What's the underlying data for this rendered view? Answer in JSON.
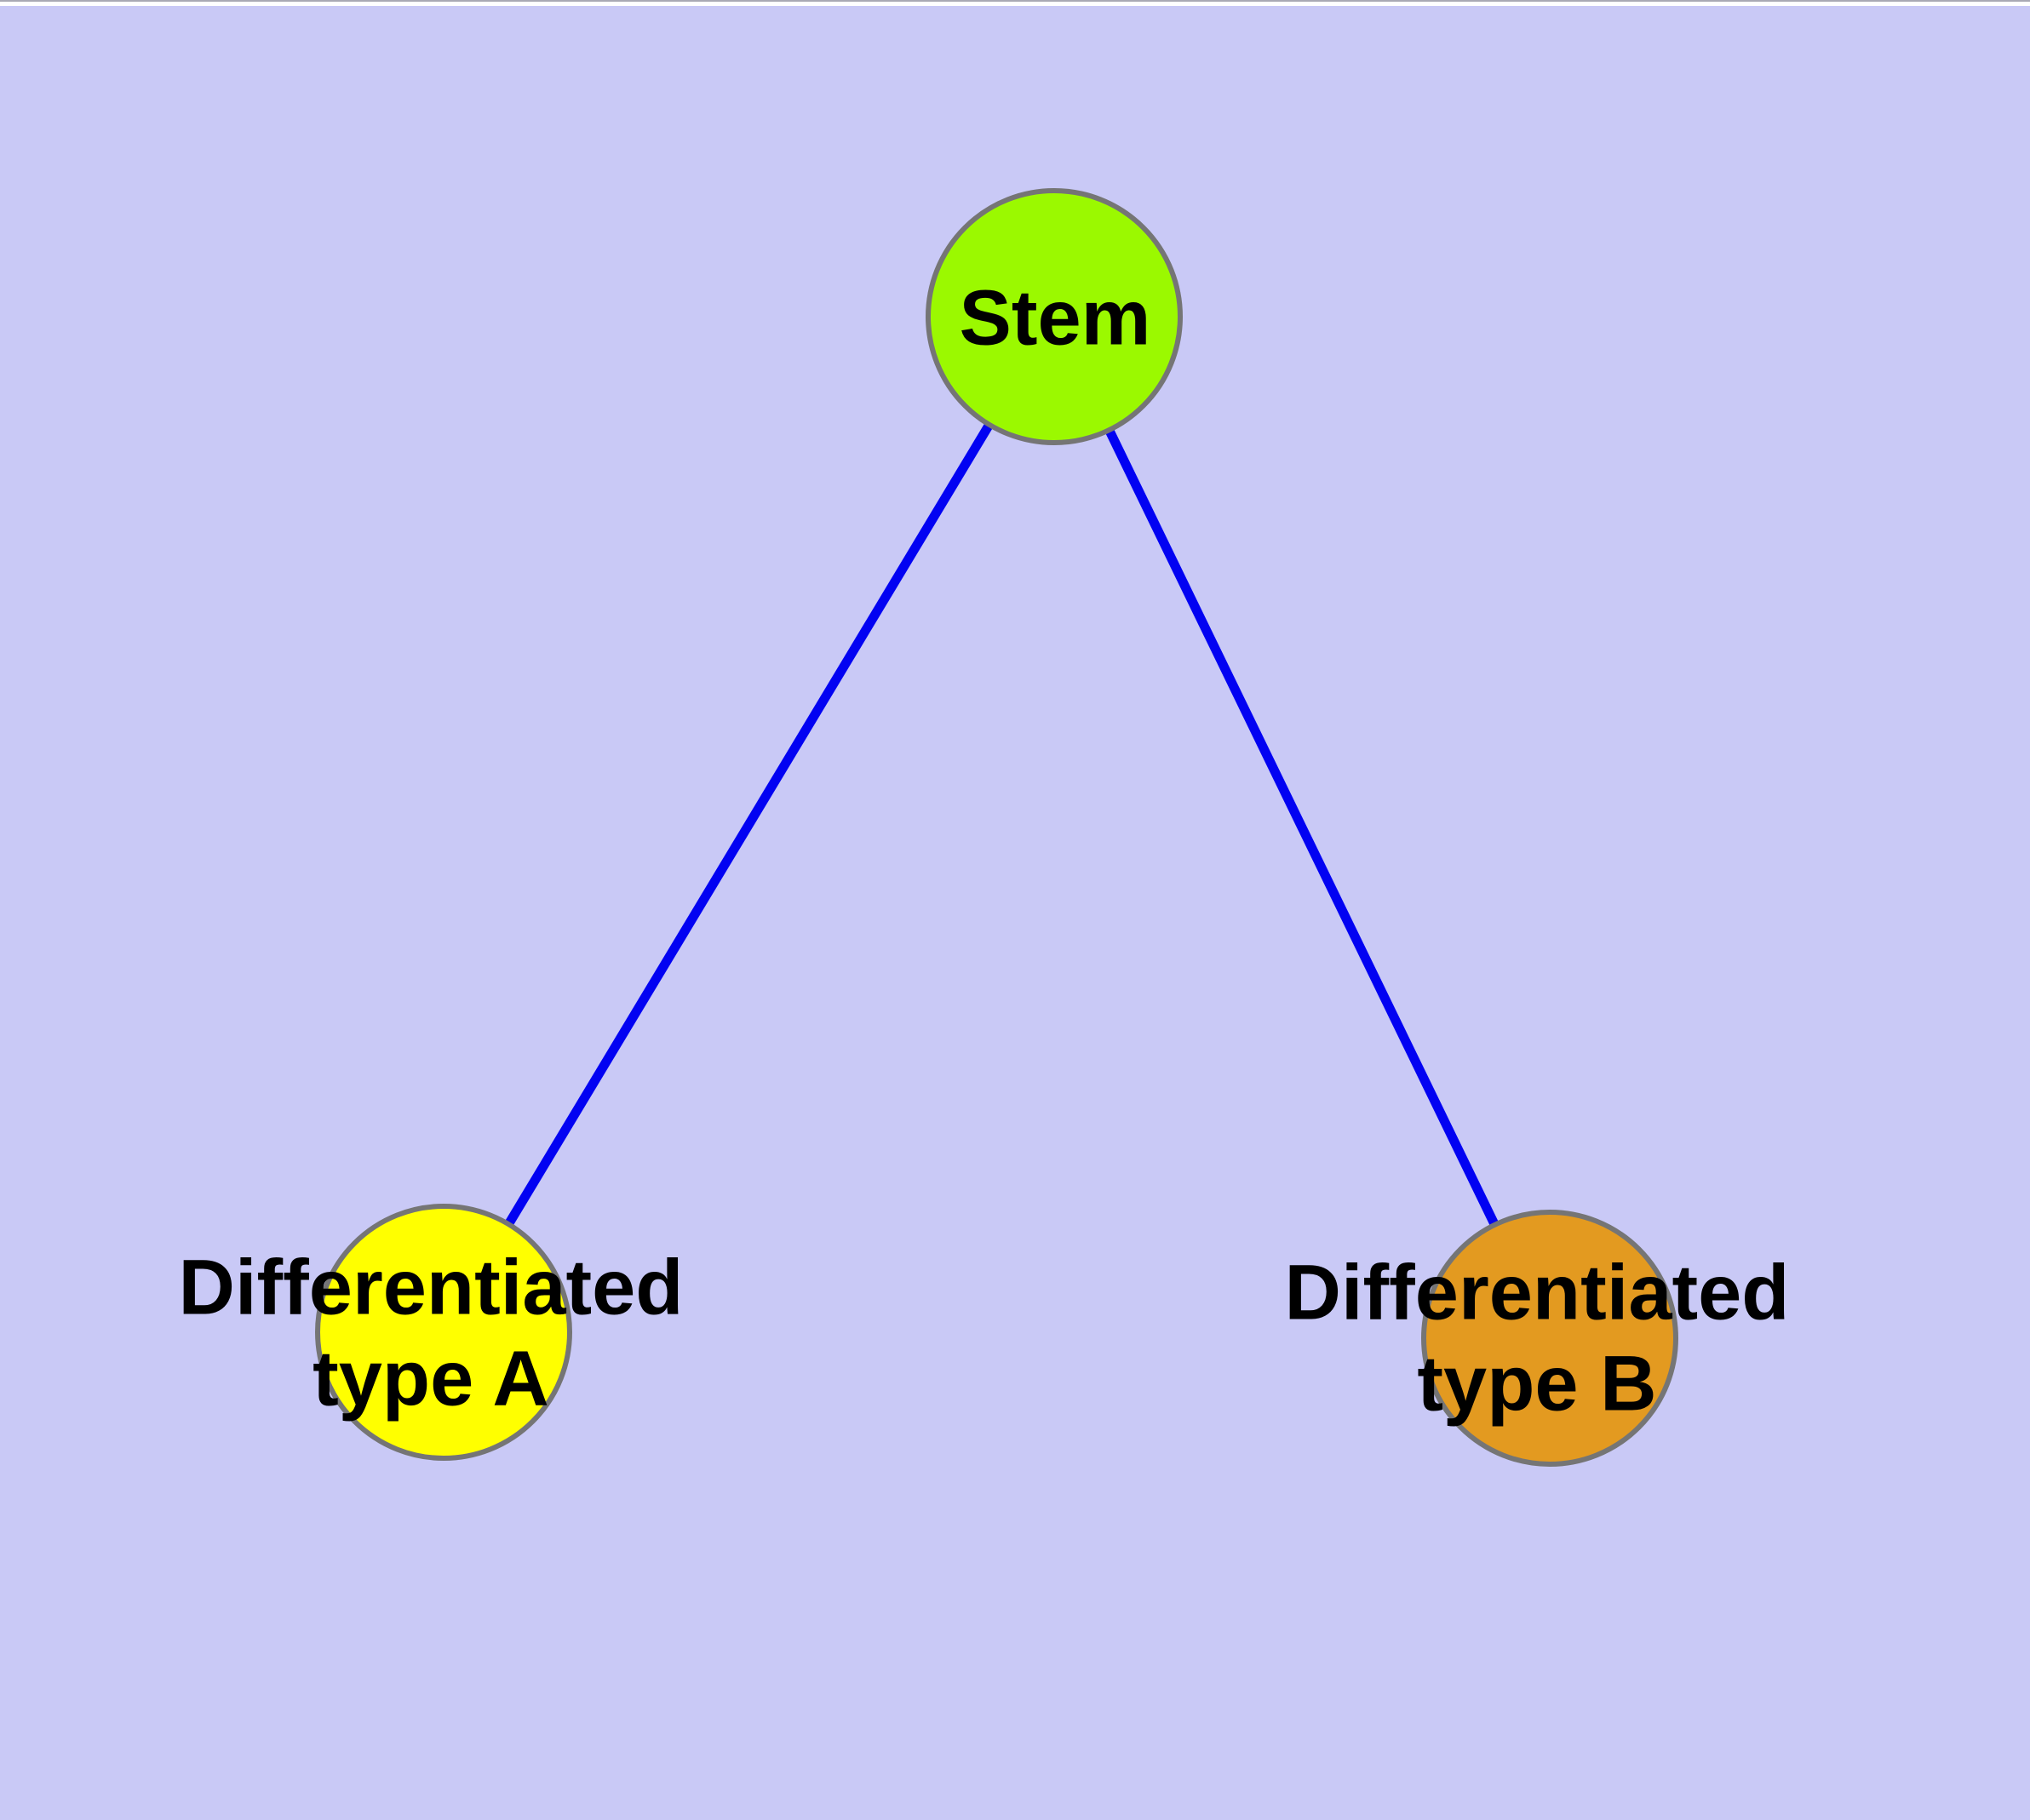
{
  "diagram": {
    "type": "graph",
    "colors": {
      "background": "#C9C9F6",
      "top_strip": "#FFFFFF",
      "edge": "#0202F2",
      "node_border": "#757575",
      "label": "#000000",
      "stem_fill": "#9BF900",
      "type_a_fill": "#FFFF00",
      "type_b_fill": "#E39A20"
    },
    "nodes": [
      {
        "id": "stem",
        "lines": [
          "Stem"
        ]
      },
      {
        "id": "type-a",
        "lines": [
          "Differentiated",
          "type A"
        ]
      },
      {
        "id": "type-b",
        "lines": [
          "Differentiated",
          "type B"
        ]
      }
    ],
    "edges": [
      {
        "from": "stem",
        "to": "type-a"
      },
      {
        "from": "stem",
        "to": "type-b"
      }
    ]
  }
}
